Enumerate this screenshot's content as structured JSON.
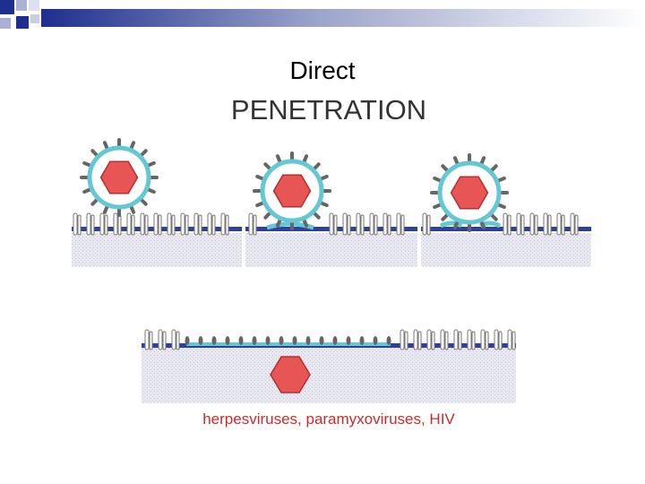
{
  "slide": {
    "title": "Direct"
  },
  "diagram": {
    "heading": "PENETRATION",
    "caption": "herpesviruses, paramyxoviruses, HIV"
  },
  "colors": {
    "virus_capsid": "#e85555",
    "virus_envelope": "#64c8d2",
    "membrane": "#2f3f9c",
    "corner_blue": "#1e2f8f"
  }
}
